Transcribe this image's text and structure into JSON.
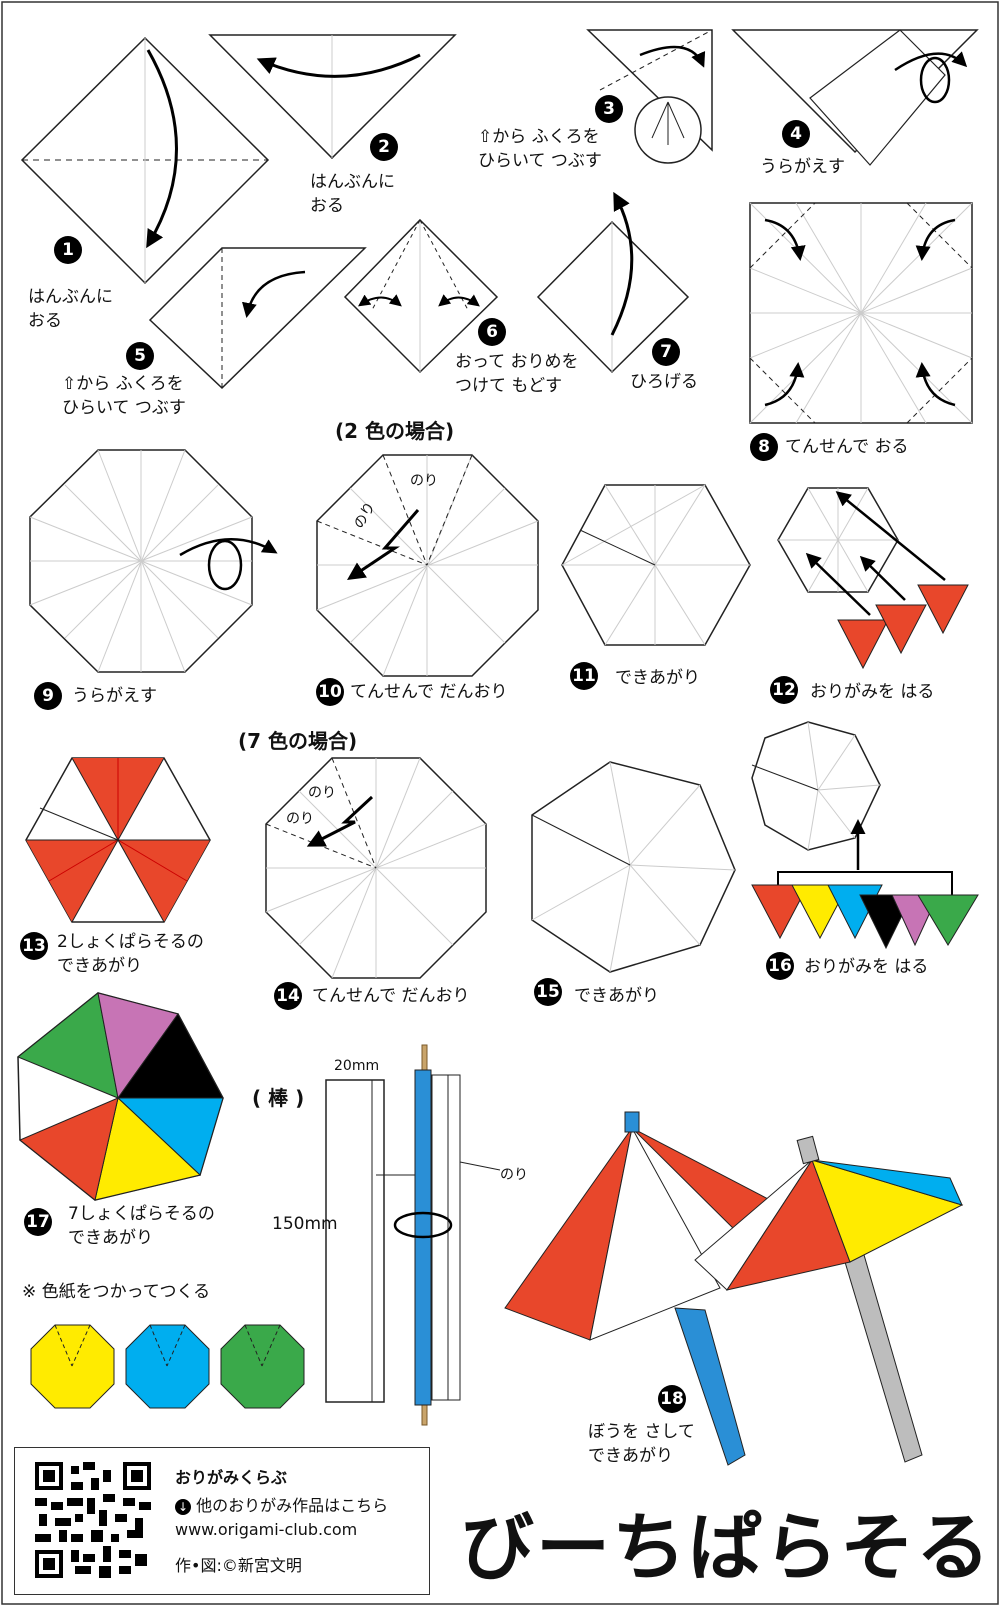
{
  "steps": [
    {
      "n": "1",
      "text": "はんぶんに\nおる"
    },
    {
      "n": "2",
      "text": "はんぶんに\nおる"
    },
    {
      "n": "3",
      "text": "⇧から ふくろを\nひらいて つぶす"
    },
    {
      "n": "4",
      "text": "うらがえす"
    },
    {
      "n": "5",
      "text": "⇧から ふくろを\nひらいて つぶす"
    },
    {
      "n": "6",
      "text": "おって おりめを\nつけて もどす"
    },
    {
      "n": "7",
      "text": "ひろげる"
    },
    {
      "n": "8",
      "text": "てんせんで おる"
    },
    {
      "n": "9",
      "text": "うらがえす"
    },
    {
      "n": "10",
      "text": "てんせんで だんおり"
    },
    {
      "n": "11",
      "text": "できあがり"
    },
    {
      "n": "12",
      "text": "おりがみを はる"
    },
    {
      "n": "13",
      "text": "2しょくぱらそるの\nできあがり"
    },
    {
      "n": "14",
      "text": "てんせんで だんおり"
    },
    {
      "n": "15",
      "text": "できあがり"
    },
    {
      "n": "16",
      "text": "おりがみを はる"
    },
    {
      "n": "17",
      "text": "7しょくぱらそるの\nできあがり"
    },
    {
      "n": "18",
      "text": "ぼうを さして\nできあがり"
    }
  ],
  "sections": {
    "two_color": "(2 色の場合)",
    "seven_color": "(7 色の場合)",
    "stick": "( 棒 )",
    "colored_paper": "※ 色紙をつかってつくる"
  },
  "glue": "のり",
  "stick_dims": {
    "width": "20mm",
    "length": "150mm"
  },
  "footer": {
    "club_name": "おりがみくらぶ",
    "more_link": "他のおりがみ作品はこちら",
    "url": "www.origami-club.com",
    "credit": "作•図:©新宮文明"
  },
  "title": "びーちぱらそる",
  "colors": {
    "red": "#e8472b",
    "yellow": "#ffeb00",
    "blue": "#00aeef",
    "black": "#000000",
    "purple": "#c774b5",
    "green": "#3aa94a",
    "stick_blue": "#2a8fd6",
    "stick_gray": "#bdbdbd",
    "crease": "#c8c8c8"
  }
}
